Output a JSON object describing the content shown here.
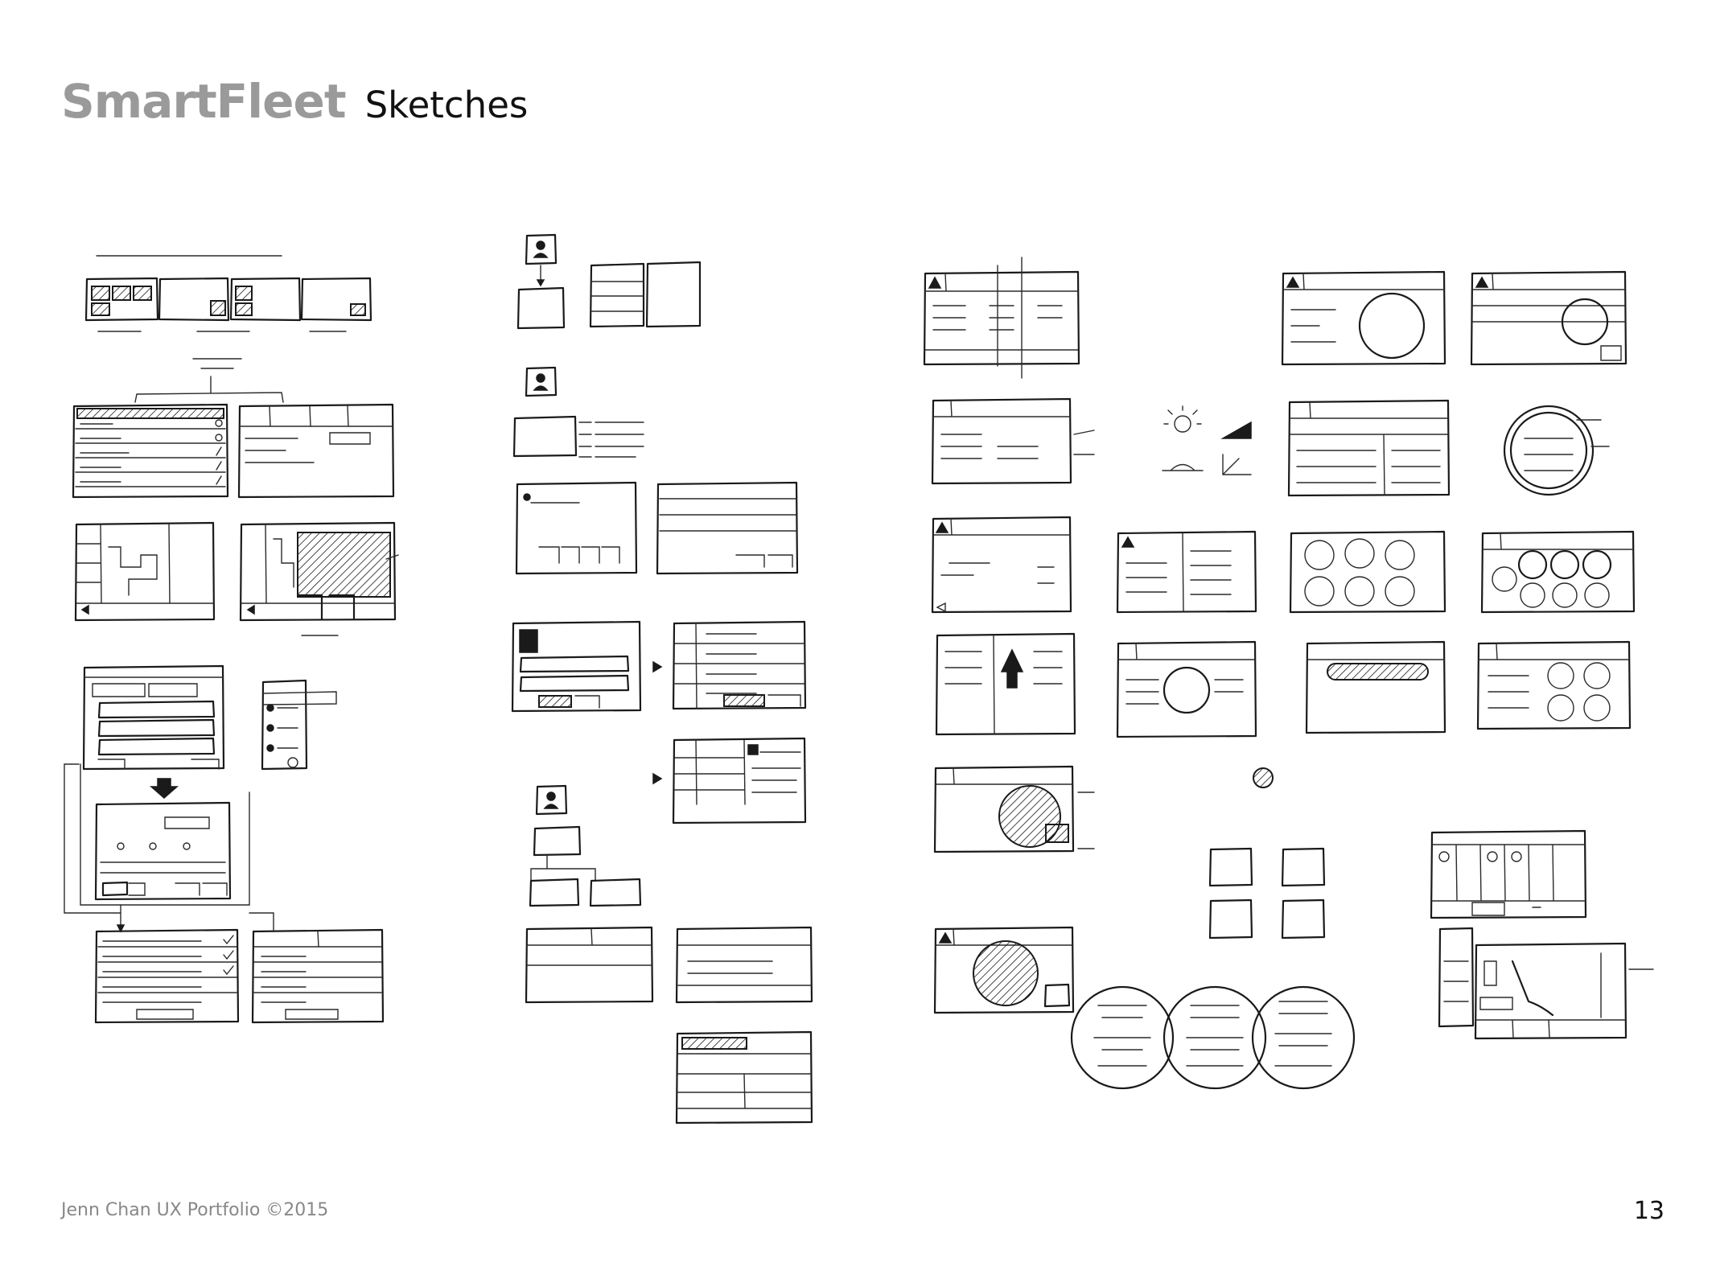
{
  "header": {
    "title": "SmartFleet",
    "subtitle": "Sketches"
  },
  "footer": {
    "credit": "Jenn Chan UX Portfolio ©2015",
    "page_number": "13"
  },
  "colors": {
    "title_gray": "#9a9a9a",
    "ink": "#1a1a1a",
    "footer_gray": "#888888"
  }
}
